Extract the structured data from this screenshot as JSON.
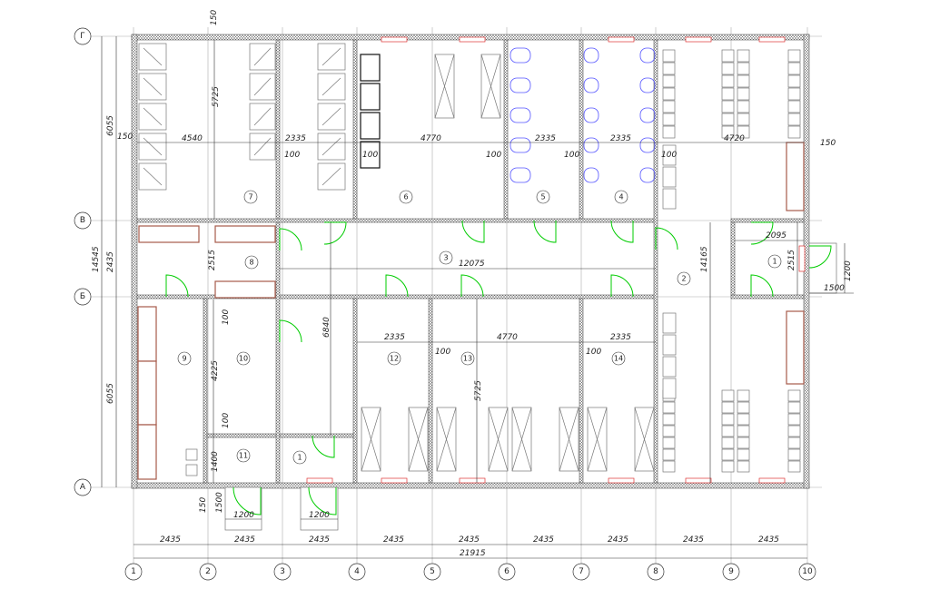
{
  "axes": {
    "columns": [
      "1",
      "2",
      "3",
      "4",
      "5",
      "6",
      "7",
      "8",
      "9",
      "10"
    ],
    "rows": [
      "Г",
      "В",
      "Б",
      "А"
    ]
  },
  "rooms": [
    "7",
    "6",
    "5",
    "4",
    "3",
    "8",
    "2",
    "1",
    "9",
    "10",
    "11",
    "1",
    "12",
    "13",
    "14"
  ],
  "dimensions": {
    "bays": [
      "2435",
      "2435",
      "2435",
      "2435",
      "2435",
      "2435",
      "2435",
      "2435",
      "2435"
    ],
    "overall_width": "21915",
    "overall_depth": "14545",
    "left_6055_top": "6055",
    "left_2435": "2435",
    "left_6055_bottom": "6055",
    "top_150": "150",
    "room7_width": "4540",
    "room7_height": "5725",
    "wall_150_left": "150",
    "w_2335_a": "2335",
    "w_100_a": "100",
    "w_4770_top": "4770",
    "w_100_b": "100",
    "w_2335_b": "2335",
    "w_100_c": "100",
    "w_2335_c": "2335",
    "w_100_d": "100",
    "w_4720": "4720",
    "w_150_right": "150",
    "w_100_e": "100",
    "corridor_12075": "12075",
    "h_2515": "2515",
    "h_14165": "14165",
    "r1_2095": "2095",
    "r1_2515": "2515",
    "porch_1200_v": "1200",
    "porch_1500_h": "1500",
    "h_6840": "6840",
    "h_100_f": "100",
    "h_4225": "4225",
    "h_100_g": "100",
    "h_1400": "1400",
    "w_2335_d": "2335",
    "w_100_h": "100",
    "w_4770_bottom": "4770",
    "w_100_i": "100",
    "w_2335_e": "2335",
    "h_5725_b": "5725",
    "bottom_150": "150",
    "bottom_1500": "1500",
    "porch_1200_a": "1200",
    "porch_1200_b": "1200"
  },
  "colors": {
    "wall": "#555555",
    "door": "#00cc00",
    "plumbing": "#5555ff",
    "bench": "#a65a4a"
  }
}
